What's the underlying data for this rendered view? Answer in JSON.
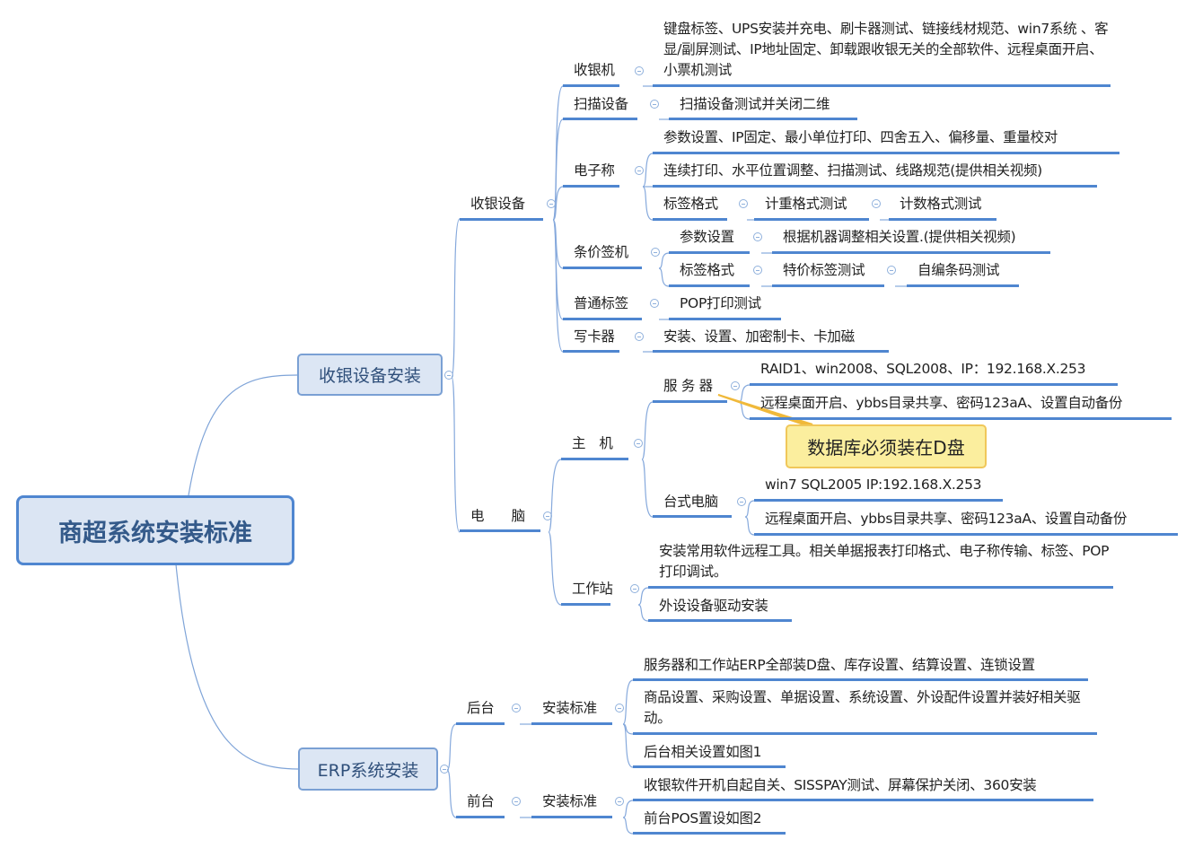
{
  "root": {
    "label": "商超系统安装标准"
  },
  "pos_install": {
    "label": "收银设备安装",
    "pos_devices": {
      "label": "收银设备",
      "cash_register": {
        "label": "收银机",
        "detail": "键盘标签、UPS安装并充电、刷卡器测试、链接线材规范、win7系统 、客显/副屏测试、IP地址固定、卸载跟收银无关的全部软件、远程桌面开启、小票机测试"
      },
      "scanner": {
        "label": "扫描设备",
        "detail": "扫描设备测试并关闭二维"
      },
      "scale": {
        "label": "电子称",
        "detail1": "参数设置、IP固定、最小单位打印、四舍五入、偏移量、重量校对",
        "detail2": "连续打印、水平位置调整、扫描测试、线路规范(提供相关视频)",
        "label_format": "标签格式",
        "weight_test": "计重格式测试",
        "count_test": "计数格式测试"
      },
      "price_label": {
        "label": "条价签机",
        "params": "参数设置",
        "params_detail": "根据机器调整相关设置.(提供相关视频)",
        "label_format": "标签格式",
        "special_test": "特价标签测试",
        "barcode_test": "自编条码测试"
      },
      "normal_label": {
        "label": "普通标签",
        "detail": "POP打印测试"
      },
      "card_writer": {
        "label": "写卡器",
        "detail": "安装、设置、加密制卡、卡加磁"
      }
    },
    "computer": {
      "label": "电　　脑",
      "host": {
        "label": "主　机",
        "server": {
          "label": "服 务 器",
          "detail1": "RAID1、win2008、SQL2008、IP：192.168.X.253",
          "detail2": "远程桌面开启、ybbs目录共享、密码123aA、设置自动备份"
        },
        "callout": "数据库必须装在D盘",
        "desktop": {
          "label": "台式电脑",
          "detail1": "win7 SQL2005 IP:192.168.X.253",
          "detail2": "远程桌面开启、ybbs目录共享、密码123aA、设置自动备份"
        }
      },
      "workstation": {
        "label": "工作站",
        "detail1": "安装常用软件远程工具。相关单据报表打印格式、电子称传输、标签、POP打印调试。",
        "detail2": "外设设备驱动安装"
      }
    }
  },
  "erp_install": {
    "label": "ERP系统安装",
    "backend": {
      "label": "后台",
      "standard": "安装标准",
      "items": [
        "服务器和工作站ERP全部装D盘、库存设置、结算设置、连锁设置",
        "商品设置、采购设置、单据设置、系统设置、外设配件设置并装好相关驱动。",
        "后台相关设置如图1"
      ]
    },
    "frontend": {
      "label": "前台",
      "standard": "安装标准",
      "items": [
        "收银软件开机自起自关、SISSPAY测试、屏幕保护关闭、360安装",
        "前台POS置设如图2"
      ]
    }
  },
  "colors": {
    "branch": "#4f86d0",
    "root_fill": "#dbe5f3",
    "callout_fill": "#fbee9e",
    "callout_link": "#f0b93a"
  }
}
